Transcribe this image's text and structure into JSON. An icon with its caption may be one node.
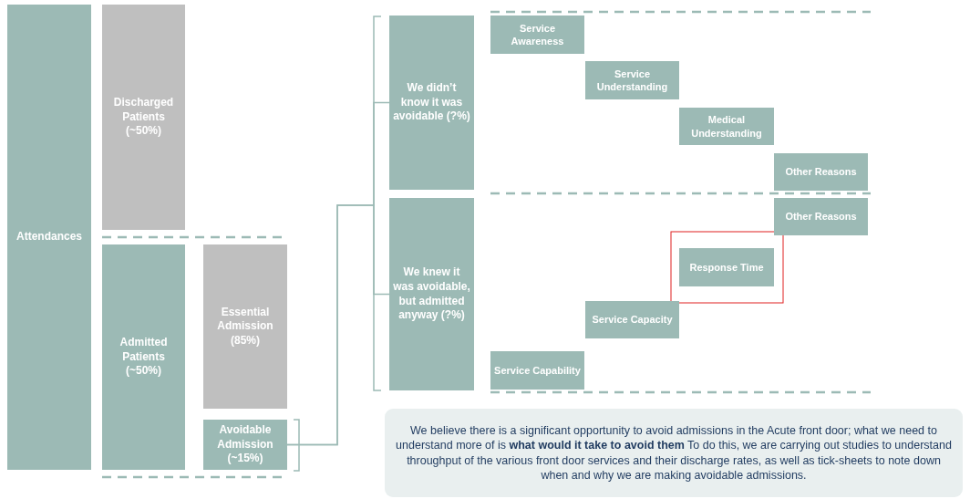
{
  "diagram": {
    "nodes": [
      {
        "text": [
          "Attendances"
        ]
      },
      {
        "text": [
          "Discharged Patients (~50%)"
        ]
      },
      {
        "text": [
          "Admitted Patients (~50%)"
        ]
      },
      {
        "text": [
          "Essential Admission (85%)"
        ]
      },
      {
        "text": [
          "Avoidable Admission (~15%)"
        ]
      },
      {
        "text": [
          "We didn’t know it was avoidable (?%)"
        ]
      },
      {
        "text": [
          "We knew it was avoidable, but admitted anyway (?%)"
        ]
      },
      {
        "text": [
          "Service Awareness"
        ]
      },
      {
        "text": [
          "Service Understanding"
        ]
      },
      {
        "text": [
          "Medical Understanding"
        ]
      },
      {
        "text": [
          "Other Reasons"
        ]
      },
      {
        "text": [
          "Other Reasons"
        ]
      },
      {
        "text": [
          "Response Time"
        ]
      },
      {
        "text": [
          "Service Capacity"
        ]
      },
      {
        "text": [
          "Service Capability"
        ]
      },
      {
        "text": [
          "We believe there is a significant opportunity to avoid admissions in the Acute front door; what we need to understand more of is **what would it take to avoid them** To do this, we are carrying out studies to understand throughput of the various front door services and their discharge rates, as well as tick-sheets to note down when and why we are making avoidable admissions."
        ]
      }
    ],
    "edges": [
      {
        "from": 4,
        "to": 5,
        "arrow": "none"
      },
      {
        "from": 4,
        "to": 6,
        "arrow": "none"
      }
    ]
  }
}
